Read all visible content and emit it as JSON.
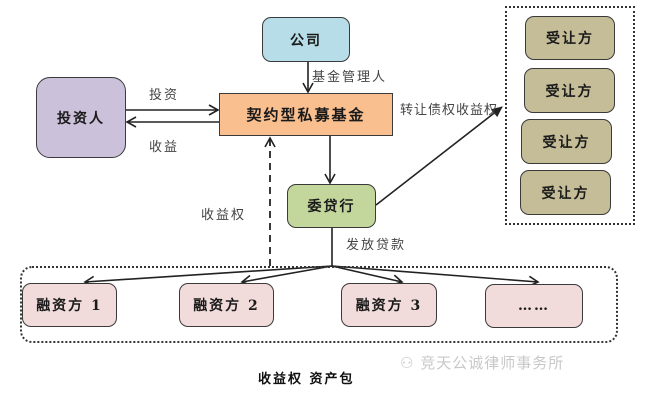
{
  "diagram": {
    "nodes": {
      "company": "公司",
      "investor": "投资人",
      "fund": "契约型私募基金",
      "entrusted_bank": "委贷行",
      "transferees": [
        "受让方",
        "受让方",
        "受让方",
        "受让方"
      ],
      "financiers": [
        "融资方 1",
        "融资方 2",
        "融资方 3",
        "……"
      ]
    },
    "edge_labels": {
      "fund_manager": "基金管理人",
      "investment": "投资",
      "returns": "收益",
      "income_right": "收益权",
      "transfer_income_right": "转让债权收益权",
      "issue_loans": "发放贷款"
    },
    "caption": "收益权 资产包",
    "watermark": "竞天公诚律师事务所"
  },
  "colors": {
    "company": "#b7dde8",
    "investor": "#ccc1da",
    "fund": "#fabf8f",
    "entrusted_bank": "#c3d69b",
    "transferee": "#c4bd97",
    "financier": "#f2dcdb"
  }
}
